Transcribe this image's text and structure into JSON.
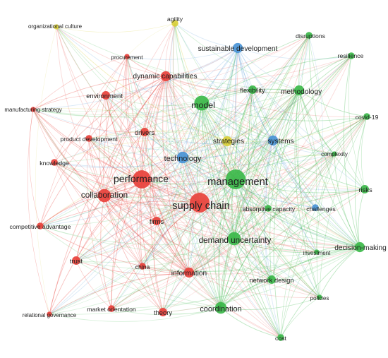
{
  "clusters": [
    {
      "id": "red",
      "color": "#e8413b"
    },
    {
      "id": "green",
      "color": "#3cb84a"
    },
    {
      "id": "blue",
      "color": "#4a94d6"
    },
    {
      "id": "yellow",
      "color": "#d9cf3a"
    }
  ],
  "nodes": [
    {
      "id": "organizational-culture",
      "label": "organizational culture",
      "cluster": "yellow",
      "weight": 1
    },
    {
      "id": "agility",
      "label": "agility",
      "cluster": "yellow",
      "weight": 2
    },
    {
      "id": "strategies",
      "label": "strategies",
      "cluster": "yellow",
      "weight": 4
    },
    {
      "id": "procurement",
      "label": "procurement",
      "cluster": "red",
      "weight": 1
    },
    {
      "id": "dynamic-capabilities",
      "label": "dynamic capabilities",
      "cluster": "red",
      "weight": 4
    },
    {
      "id": "environment",
      "label": "environment",
      "cluster": "red",
      "weight": 3
    },
    {
      "id": "manufacturing-strategy",
      "label": "manufacturing strategy",
      "cluster": "red",
      "weight": 1
    },
    {
      "id": "drivers",
      "label": "drivers",
      "cluster": "red",
      "weight": 3
    },
    {
      "id": "product-development",
      "label": "product development",
      "cluster": "red",
      "weight": 2
    },
    {
      "id": "knowledge",
      "label": "knowledge",
      "cluster": "red",
      "weight": 2
    },
    {
      "id": "performance",
      "label": "performance",
      "cluster": "red",
      "weight": 9
    },
    {
      "id": "collaboration",
      "label": "collaboration",
      "cluster": "red",
      "weight": 6
    },
    {
      "id": "supply-chain",
      "label": "supply chain",
      "cluster": "red",
      "weight": 10
    },
    {
      "id": "firms",
      "label": "firms",
      "cluster": "red",
      "weight": 3
    },
    {
      "id": "competitive-advantage",
      "label": "competitive advantage",
      "cluster": "red",
      "weight": 2
    },
    {
      "id": "trust",
      "label": "trust",
      "cluster": "red",
      "weight": 3
    },
    {
      "id": "china",
      "label": "china",
      "cluster": "red",
      "weight": 2
    },
    {
      "id": "information",
      "label": "information",
      "cluster": "red",
      "weight": 4
    },
    {
      "id": "relational-governance",
      "label": "relational governance",
      "cluster": "red",
      "weight": 1
    },
    {
      "id": "market-orientation",
      "label": "market orientation",
      "cluster": "red",
      "weight": 2
    },
    {
      "id": "theory",
      "label": "theory",
      "cluster": "red",
      "weight": 3
    },
    {
      "id": "sustainable-development",
      "label": "sustainable development",
      "cluster": "blue",
      "weight": 4
    },
    {
      "id": "technology",
      "label": "technology",
      "cluster": "blue",
      "weight": 5
    },
    {
      "id": "systems",
      "label": "systems",
      "cluster": "blue",
      "weight": 4
    },
    {
      "id": "challenges",
      "label": "challenges",
      "cluster": "blue",
      "weight": 2
    },
    {
      "id": "disruptions",
      "label": "disruptions",
      "cluster": "green",
      "weight": 2
    },
    {
      "id": "resilience",
      "label": "resilience",
      "cluster": "green",
      "weight": 2
    },
    {
      "id": "flexibility",
      "label": "flexibility",
      "cluster": "green",
      "weight": 3
    },
    {
      "id": "methodology",
      "label": "methodology",
      "cluster": "green",
      "weight": 4
    },
    {
      "id": "model",
      "label": "model",
      "cluster": "green",
      "weight": 7
    },
    {
      "id": "covid-19",
      "label": "covid-19",
      "cluster": "green",
      "weight": 2
    },
    {
      "id": "complexity",
      "label": "complexity",
      "cluster": "green",
      "weight": 1
    },
    {
      "id": "management",
      "label": "management",
      "cluster": "green",
      "weight": 10
    },
    {
      "id": "risks",
      "label": "risks",
      "cluster": "green",
      "weight": 3
    },
    {
      "id": "absorptive-capacity",
      "label": "absorptive capacity",
      "cluster": "green",
      "weight": 2
    },
    {
      "id": "demand-uncertainty",
      "label": "demand uncertainty",
      "cluster": "green",
      "weight": 6
    },
    {
      "id": "decision-making",
      "label": "decision-making",
      "cluster": "green",
      "weight": 4
    },
    {
      "id": "investment",
      "label": "investment",
      "cluster": "green",
      "weight": 1
    },
    {
      "id": "network-design",
      "label": "network design",
      "cluster": "green",
      "weight": 3
    },
    {
      "id": "coordination",
      "label": "coordination",
      "cluster": "green",
      "weight": 5
    },
    {
      "id": "policies",
      "label": "policies",
      "cluster": "green",
      "weight": 1
    },
    {
      "id": "cost",
      "label": "cost",
      "cluster": "green",
      "weight": 2
    }
  ]
}
